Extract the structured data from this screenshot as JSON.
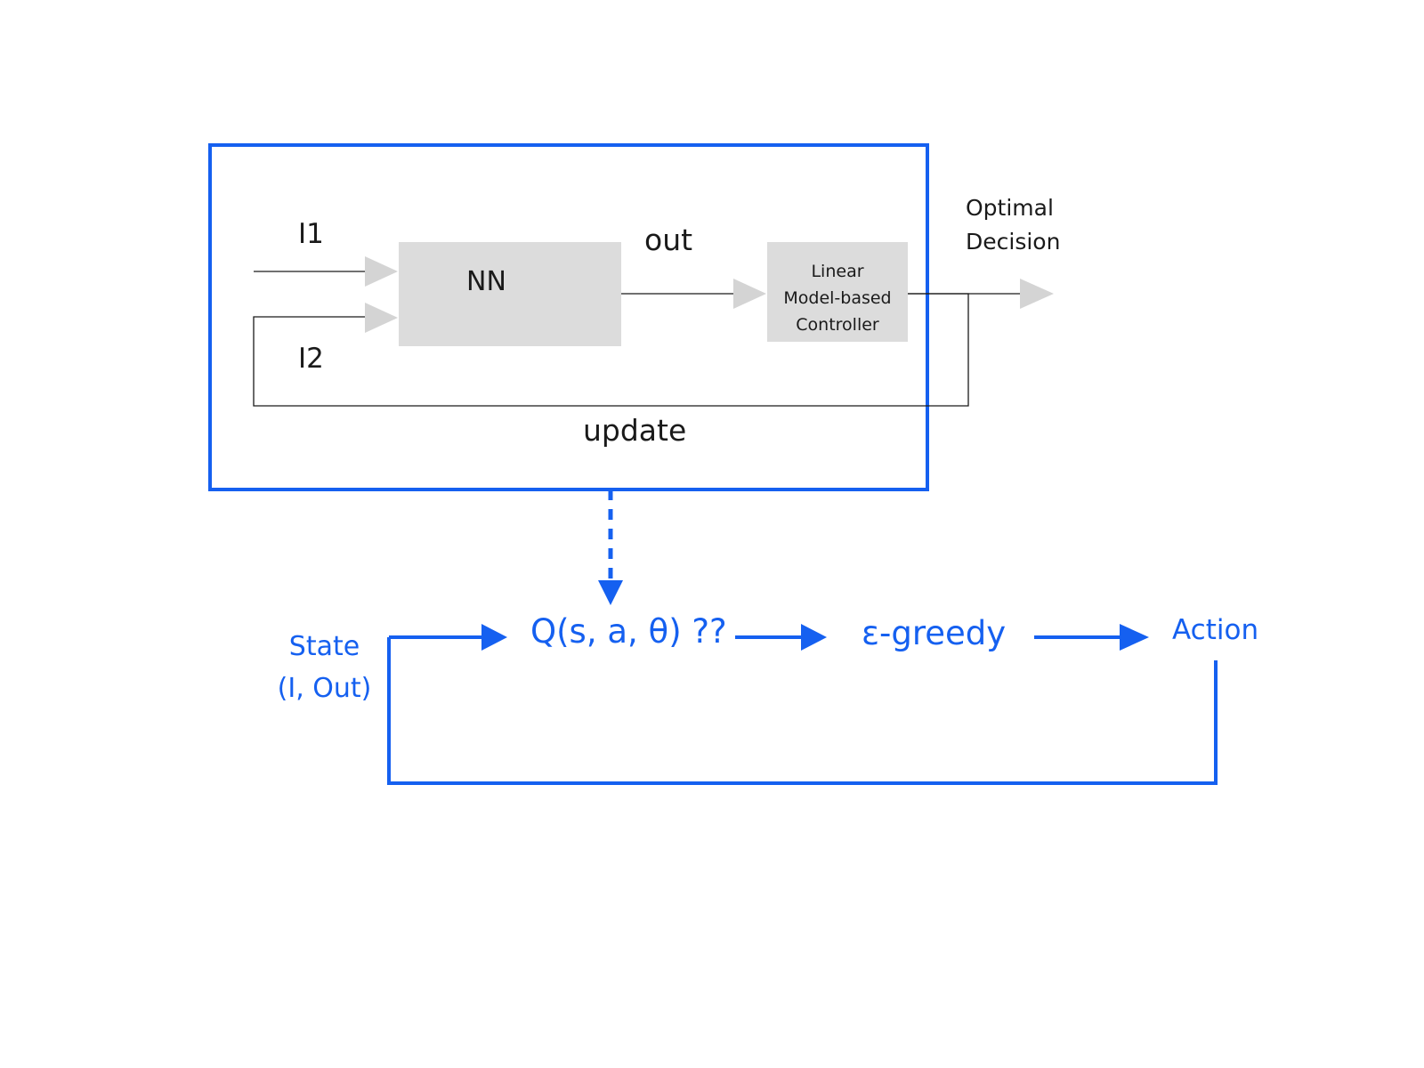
{
  "top_diagram": {
    "input_1": "I1",
    "input_2": "I2",
    "nn_block": "NN",
    "out_label": "out",
    "controller_block": [
      "Linear",
      "Model-based",
      "Controller"
    ],
    "optimal_decision": [
      "Optimal",
      "Decision"
    ],
    "update_label": "update"
  },
  "rl_loop": {
    "state": [
      "State",
      "(I, Out)"
    ],
    "q_function": "Q(s, a, θ) ??",
    "policy": "ε-greedy",
    "action": "Action"
  },
  "colors": {
    "accent_blue": "#1560f0",
    "block_gray": "#dcdcdc",
    "arrowhead_gray": "#d4d4d4",
    "line_dark": "#1a1a1a"
  }
}
